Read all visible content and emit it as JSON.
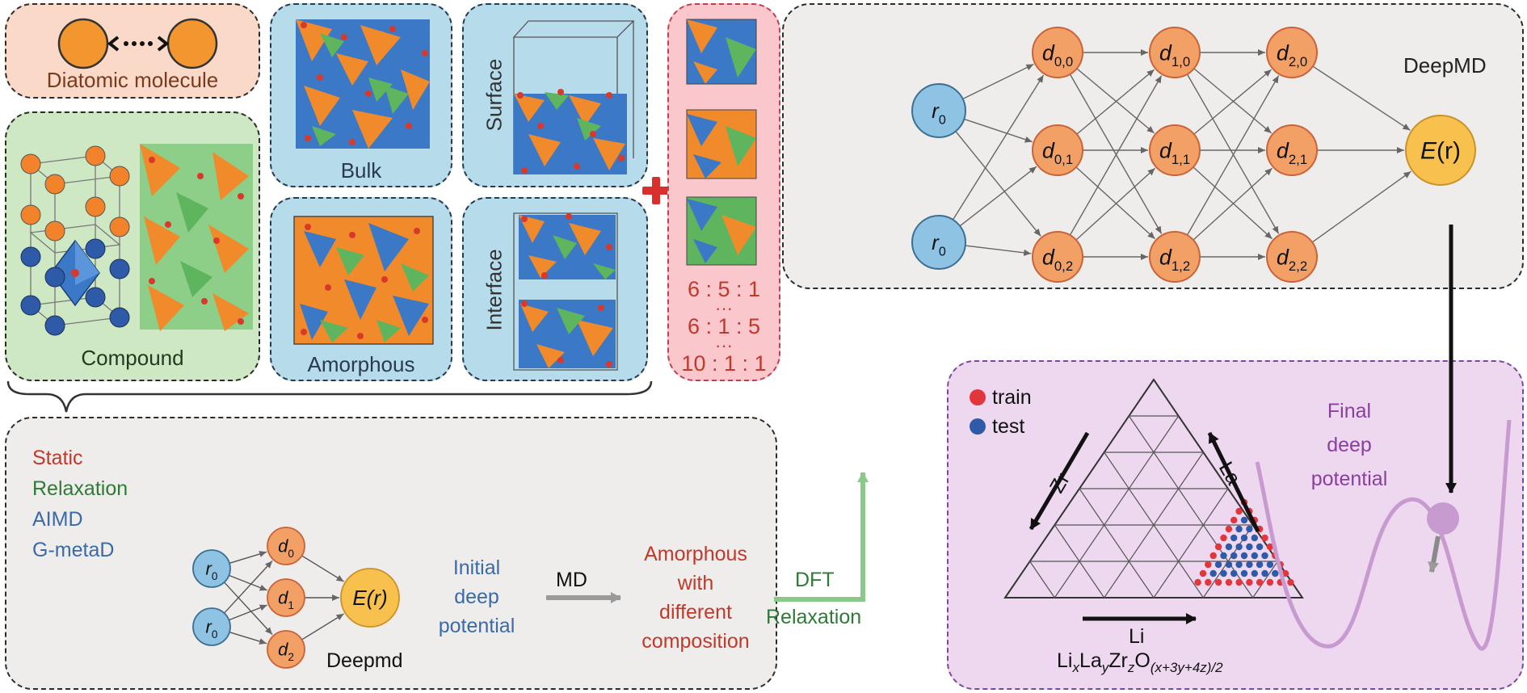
{
  "colors": {
    "orange_node": "#f3a067",
    "blue_node": "#8ec3e3",
    "yellow_node": "#f8c14e",
    "red_text": "#c0392b",
    "green_text": "#2f7a36",
    "blue_text": "#3a6aa8",
    "purple_text": "#8a3fa0",
    "green_arrow": "#8bc98a",
    "gray_arrow": "#9a9a9a"
  },
  "panels": {
    "diatomic": {
      "label": "Diatomic molecule"
    },
    "compound": {
      "label": "Compound"
    },
    "bulk": {
      "label": "Bulk"
    },
    "surface": {
      "label": "Surface"
    },
    "amorphous": {
      "label": "Amorphous"
    },
    "interface": {
      "label": "Interface"
    }
  },
  "ratios": {
    "r1": [
      "6",
      "5",
      "1"
    ],
    "r2": [
      "6",
      "1",
      "5"
    ],
    "r3": [
      "10",
      "1",
      "1"
    ],
    "ellipsis": "···"
  },
  "deepmd": {
    "title": "DeepMD",
    "inputs": [
      {
        "base": "r",
        "sub": "0"
      },
      {
        "base": "r",
        "sub": "0"
      }
    ],
    "layer0": [
      {
        "base": "d",
        "sub": "0,0"
      },
      {
        "base": "d",
        "sub": "0,1"
      },
      {
        "base": "d",
        "sub": "0,2"
      }
    ],
    "layer1": [
      {
        "base": "d",
        "sub": "1,0"
      },
      {
        "base": "d",
        "sub": "1,1"
      },
      {
        "base": "d",
        "sub": "1,2"
      }
    ],
    "layer2": [
      {
        "base": "d",
        "sub": "2,0"
      },
      {
        "base": "d",
        "sub": "2,1"
      },
      {
        "base": "d",
        "sub": "2,2"
      }
    ],
    "output": {
      "base": "E",
      "paren": "(r)"
    }
  },
  "workflow": {
    "methods": [
      "Static",
      "Relaxation",
      "AIMD",
      "G-metaD"
    ],
    "mini_inputs": [
      {
        "base": "r",
        "sub": "0"
      },
      {
        "base": "r",
        "sub": "0"
      }
    ],
    "mini_hidden": [
      {
        "base": "d",
        "sub": "0"
      },
      {
        "base": "d",
        "sub": "1"
      },
      {
        "base": "d",
        "sub": "2"
      }
    ],
    "mini_output": "E(r)",
    "mini_label": "Deepmd",
    "initial": [
      "Initial",
      "deep",
      "potential"
    ],
    "md_label": "MD",
    "amorphous": [
      "Amorphous",
      "with",
      "different",
      "composition"
    ],
    "dft": [
      "DFT",
      "Relaxation"
    ]
  },
  "ternary": {
    "legend": [
      {
        "label": "train",
        "color": "#e0363c"
      },
      {
        "label": "test",
        "color": "#2f5aa8"
      }
    ],
    "axis_zr": "Zr",
    "axis_la": "La",
    "axis_li": "Li",
    "formula": {
      "p1": "Li",
      "s1": "x",
      "p2": "La",
      "s2": "y",
      "p3": "Zr",
      "s3": "z",
      "p4": "O",
      "s4": "(x+3y+4z)/2"
    }
  },
  "final": {
    "label": [
      "Final",
      "deep",
      "potential"
    ]
  }
}
